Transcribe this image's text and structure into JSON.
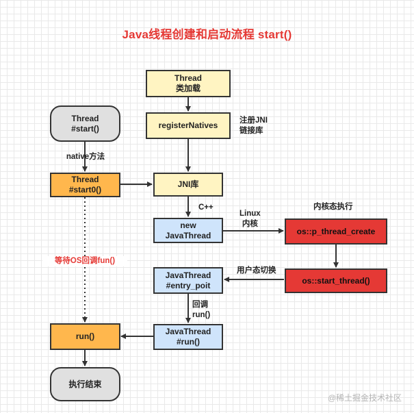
{
  "title": "Java线程创建和启动流程 start()",
  "nodes": {
    "thread_load": "Thread\n类加载",
    "register_natives": "registerNatives",
    "jni_lib": "JNI库",
    "new_java_thread": "new\nJavaThread",
    "pthread_create": "os::p_thread_create",
    "start_thread": "os::start_thread()",
    "entry_point": "JavaThread\n#entry_poit",
    "java_thread_run": "JavaThread\n#run()",
    "thread_start": "Thread\n#start()",
    "thread_start0": "Thread\n#start0()",
    "run": "run()",
    "end": "执行结束"
  },
  "labels": {
    "register_jni": "注册JNI\n链接库",
    "native_method": "native方法",
    "cpp": "C++",
    "linux_kernel": "Linux\n内核",
    "kernel_exec": "内核态执行",
    "user_mode_switch": "用户态切换",
    "callback_run": "回调\nrun()",
    "wait_os": "等待OS回调fun()"
  },
  "watermark": "@稀土掘金技术社区",
  "colors": {
    "title": "#e53935",
    "yellow": "#fff4c2",
    "gray": "#e0e0e0",
    "orange": "#ffb74d",
    "blue": "#cfe4fb",
    "red": "#e53935",
    "stroke": "#333333"
  }
}
